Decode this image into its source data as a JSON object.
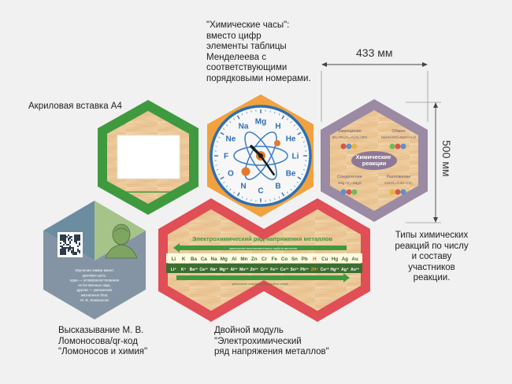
{
  "labels": {
    "clock_caption": "\"Химические часы\":\nвместо цифр\nэлементы таблицы\nМенделеева с\nсоответствующими\nпорядковыми номерами.",
    "acrylic_caption": "Акриловая вставка А4",
    "types_caption": "Типы химических\nреакций по числу\nи составу\nучастников\nреакции.",
    "lomonosov_caption": "Высказывание М. В.\nЛомоносова/qr-код\n\"Ломоносов и химия\"",
    "double_caption": "Двойной модуль\n\"Электрохимический\nряд напряжения металлов\""
  },
  "dimensions": {
    "width": "433 мм",
    "height": "500 мм"
  },
  "clock": {
    "elements": [
      "H",
      "He",
      "Li",
      "Be",
      "B",
      "C",
      "N",
      "O",
      "F",
      "Ne",
      "Na",
      "Mg"
    ],
    "hour_hand_angle_deg": 315,
    "minute_hand_angle_deg": 145
  },
  "reactions": {
    "center_title": "Химические реакции",
    "quadrants": [
      {
        "title": "Замещение",
        "formula": "3H₂+Fe₂O₃=Al₂O₃+2Fe"
      },
      {
        "title": "Обмен",
        "formula": "NaOH+HCl=NaCl+H₂O"
      },
      {
        "title": "Соединение",
        "formula": "2Mg+O₂=2MgO"
      },
      {
        "title": "Разложение",
        "formula": "CaCO₃=CaO+CO₂"
      }
    ]
  },
  "electro": {
    "title": "Электрохимический ряд напряжения металлов",
    "top_arrow_text": "уменьшение восстановительных свойств металлов",
    "bottom_arrow_text": "увеличение окислительных свойств ионов",
    "metals": [
      "Li",
      "K",
      "Ba",
      "Ca",
      "Na",
      "Mg",
      "Al",
      "Mn",
      "Zn",
      "Cr",
      "Fe",
      "Co",
      "Sn",
      "Pb",
      "H",
      "Cu",
      "Hg",
      "Ag",
      "Au"
    ],
    "ions": [
      "Li⁺",
      "K⁺",
      "Ba²⁺",
      "Ca²⁺",
      "Na⁺",
      "Mg²⁺",
      "Al³⁺",
      "Mn²⁺",
      "Zn²⁺",
      "Cr³⁺",
      "Fe²⁺",
      "Co²⁺",
      "Sn²⁺",
      "Pb²⁺",
      "2H⁺",
      "Cu²⁺",
      "Hg²⁺",
      "Ag⁺",
      "Au³⁺"
    ],
    "highlight": "H"
  },
  "lomonosov_quote": "Изучение химии имеет\nдвоякую цель:\nодна — усовершенствование\nестественных наук,\nдругая — умножение\nжизненных благ.\nМ. В. Ломоносов",
  "colors": {
    "green": "#3f9a3f",
    "orange": "#f1a23f",
    "purple": "#9b8aa3",
    "red": "#e04e56",
    "blue_gray": "#6c8ca0",
    "sage": "#a6c48a",
    "slate": "#8594a4",
    "wood": "#ecc99d",
    "clock_blue": "#2d6fb4"
  }
}
